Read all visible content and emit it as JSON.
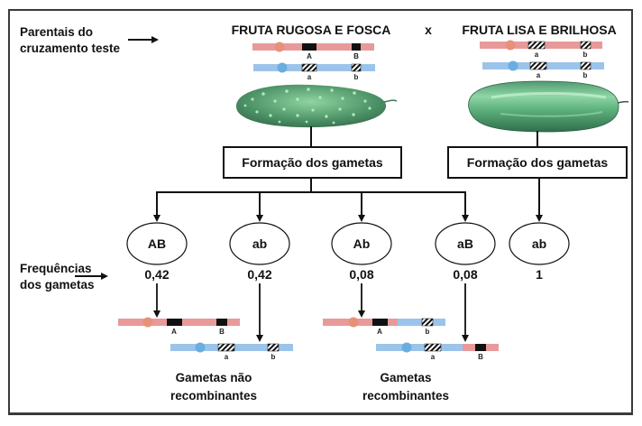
{
  "header": {
    "parentals_label_line1": "Parentais do",
    "parentals_label_line2": "cruzamento teste",
    "cross_symbol": "x"
  },
  "parents": [
    {
      "title": "FRUTA RUGOSA E FOSCA",
      "fruit": "rough-matte-cucumber",
      "chromosomes": [
        {
          "color": "red",
          "alleles": [
            "A",
            "B"
          ],
          "allele_types": [
            "dominant",
            "dominant"
          ]
        },
        {
          "color": "blue",
          "alleles": [
            "a",
            "b"
          ],
          "allele_types": [
            "recessive",
            "recessive"
          ]
        }
      ],
      "box_label": "Formação dos gametas"
    },
    {
      "title": "FRUTA LISA E BRILHOSA",
      "fruit": "smooth-shiny-cucumber",
      "chromosomes": [
        {
          "color": "red",
          "alleles": [
            "a",
            "b"
          ],
          "allele_types": [
            "recessive",
            "recessive"
          ]
        },
        {
          "color": "blue",
          "alleles": [
            "a",
            "b"
          ],
          "allele_types": [
            "recessive",
            "recessive"
          ]
        }
      ],
      "box_label": "Formação dos gametas"
    }
  ],
  "frequencies_label_line1": "Frequências",
  "frequencies_label_line2": "dos gametas",
  "gametes": [
    {
      "genotype": "AB",
      "frequency": "0,42"
    },
    {
      "genotype": "ab",
      "frequency": "0,42"
    },
    {
      "genotype": "Ab",
      "frequency": "0,08"
    },
    {
      "genotype": "aB",
      "frequency": "0,08"
    },
    {
      "genotype": "ab",
      "frequency": "1"
    }
  ],
  "gamete_chromosomes": [
    {
      "segments": [
        "red",
        "red"
      ],
      "alleles": [
        "A",
        "B"
      ],
      "allele_types": [
        "dominant",
        "dominant"
      ]
    },
    {
      "segments": [
        "blue",
        "blue"
      ],
      "alleles": [
        "a",
        "b"
      ],
      "allele_types": [
        "recessive",
        "recessive"
      ]
    },
    {
      "segments": [
        "red",
        "blue"
      ],
      "alleles": [
        "A",
        "b"
      ],
      "allele_types": [
        "dominant",
        "recessive"
      ]
    },
    {
      "segments": [
        "blue",
        "red"
      ],
      "alleles": [
        "a",
        "B"
      ],
      "allele_types": [
        "recessive",
        "dominant"
      ]
    }
  ],
  "group_labels": {
    "nonrecombinant_line1": "Gametas não",
    "nonrecombinant_line2": "recombinantes",
    "recombinant_line1": "Gametas",
    "recombinant_line2": "recombinantes"
  },
  "colors": {
    "red_chromosome": "#e89a9a",
    "red_centromere": "#e8917a",
    "blue_chromosome": "#9cc4ea",
    "blue_centromere": "#6aaee0",
    "dominant_allele": "#111111",
    "fruit_green": "#5fa67a"
  }
}
